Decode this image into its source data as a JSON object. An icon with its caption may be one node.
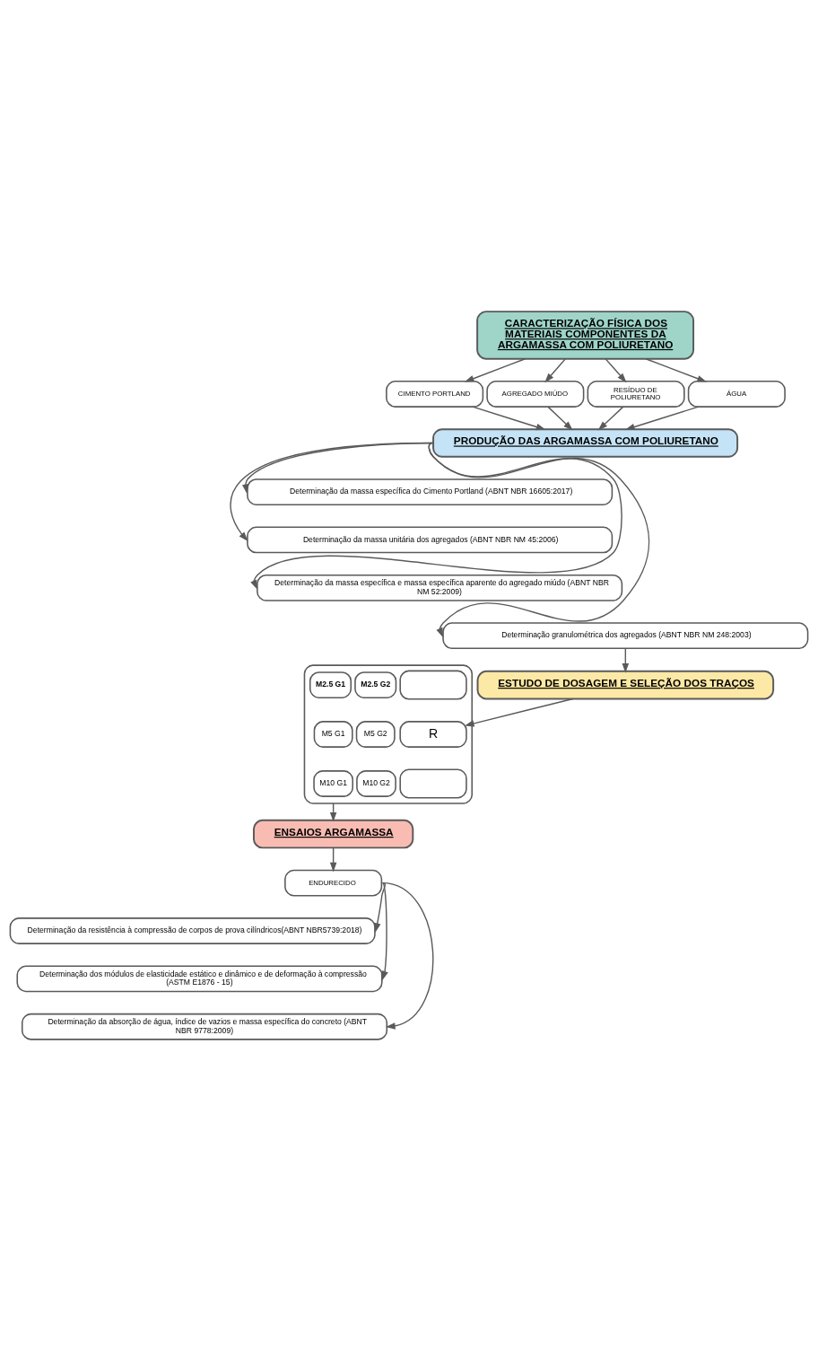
{
  "diagram": {
    "nodes": [
      {
        "text": [
          "CARACTERIZAÇÃO FÍSICA DOS MATERIAIS COMPONENTES DA ARGAMASSA COM POLIURETANO"
        ]
      },
      {
        "text": [
          "CIMENTO PORTLAND"
        ]
      },
      {
        "text": [
          "AGREGADO MIÚDO"
        ]
      },
      {
        "text": [
          "RESÍDUO DE POLIURETANO"
        ]
      },
      {
        "text": [
          "ÁGUA"
        ]
      },
      {
        "text": [
          "PRODUÇÃO DAS ARGAMASSA COM POLIURETANO"
        ]
      },
      {
        "text": [
          "Determinação da massa específica do Cimento Portland (ABNT NBR 16605:2017)"
        ]
      },
      {
        "text": [
          "Determinação da massa unitária dos agregados (ABNT NBR NM 45:2006)"
        ]
      },
      {
        "text": [
          "Determinação da massa específica e massa específica aparente do agregado miúdo (ABNT NBR NM 52:2009)"
        ]
      },
      {
        "text": [
          "Determinação granulométrica dos agregados (ABNT NBR NM 248:2003)"
        ]
      },
      {
        "text": [
          "ESTUDO DE DOSAGEM E SELEÇÃO DOS TRAÇOS"
        ]
      },
      {
        "text": [],
        "shape": "box"
      },
      {
        "text": [],
        "shape": "box",
        "in": 11
      },
      {
        "text": [
          "M2.5 G1"
        ],
        "in": 11
      },
      {
        "text": [
          "M2.5 G2"
        ],
        "in": 11
      },
      {
        "text": [
          "R"
        ],
        "in": 11
      },
      {
        "text": [
          "M5 G1"
        ],
        "in": 11
      },
      {
        "text": [
          "M5 G2"
        ],
        "in": 11
      },
      {
        "text": [],
        "shape": "box",
        "in": 11
      },
      {
        "text": [
          "M10 G1"
        ],
        "in": 11
      },
      {
        "text": [
          "M10 G2"
        ],
        "in": 11
      },
      {
        "text": [
          "ENSAIOS ARGAMASSA"
        ]
      },
      {
        "text": [
          "ENDURECIDO"
        ]
      },
      {
        "text": [
          "Determinação da resistência à compressão de corpos de prova cilíndricos(ABNT NBR5739:2018)"
        ]
      },
      {
        "text": [
          "Determinação dos módulos de elasticidade estático e dinâmico e de deformação à compressão (ASTM E1876 - 15)"
        ]
      },
      {
        "text": [
          "Determinação da absorção de água, índice de vazios e massa específica do concreto (ABNT NBR 9778:2009)"
        ]
      }
    ],
    "edges": [
      {
        "from": 0,
        "to": 1,
        "arrow": "to"
      },
      {
        "from": 0,
        "to": 2,
        "arrow": "to"
      },
      {
        "from": 0,
        "to": 3,
        "arrow": "to"
      },
      {
        "from": 0,
        "to": 4,
        "arrow": "to"
      },
      {
        "from": 1,
        "to": 5,
        "arrow": "to"
      },
      {
        "from": 2,
        "to": 5,
        "arrow": "to"
      },
      {
        "from": 3,
        "to": 5,
        "arrow": "to"
      },
      {
        "from": 4,
        "to": 5,
        "arrow": "to"
      },
      {
        "from": 5,
        "to": 6,
        "arrow": "to"
      },
      {
        "from": 5,
        "to": 7,
        "arrow": "to"
      },
      {
        "from": 5,
        "to": 8,
        "arrow": "to"
      },
      {
        "from": 5,
        "to": 9,
        "arrow": "to"
      },
      {
        "from": 9,
        "to": 10,
        "arrow": "to"
      },
      {
        "from": 10,
        "to": 15,
        "arrow": "to"
      },
      {
        "from": 11,
        "to": 21,
        "arrow": "to"
      },
      {
        "from": 21,
        "to": 22,
        "arrow": "to"
      },
      {
        "from": 22,
        "to": 23,
        "arrow": "to"
      },
      {
        "from": 22,
        "to": 24,
        "arrow": "to"
      },
      {
        "from": 22,
        "to": 25,
        "arrow": "to"
      }
    ]
  }
}
